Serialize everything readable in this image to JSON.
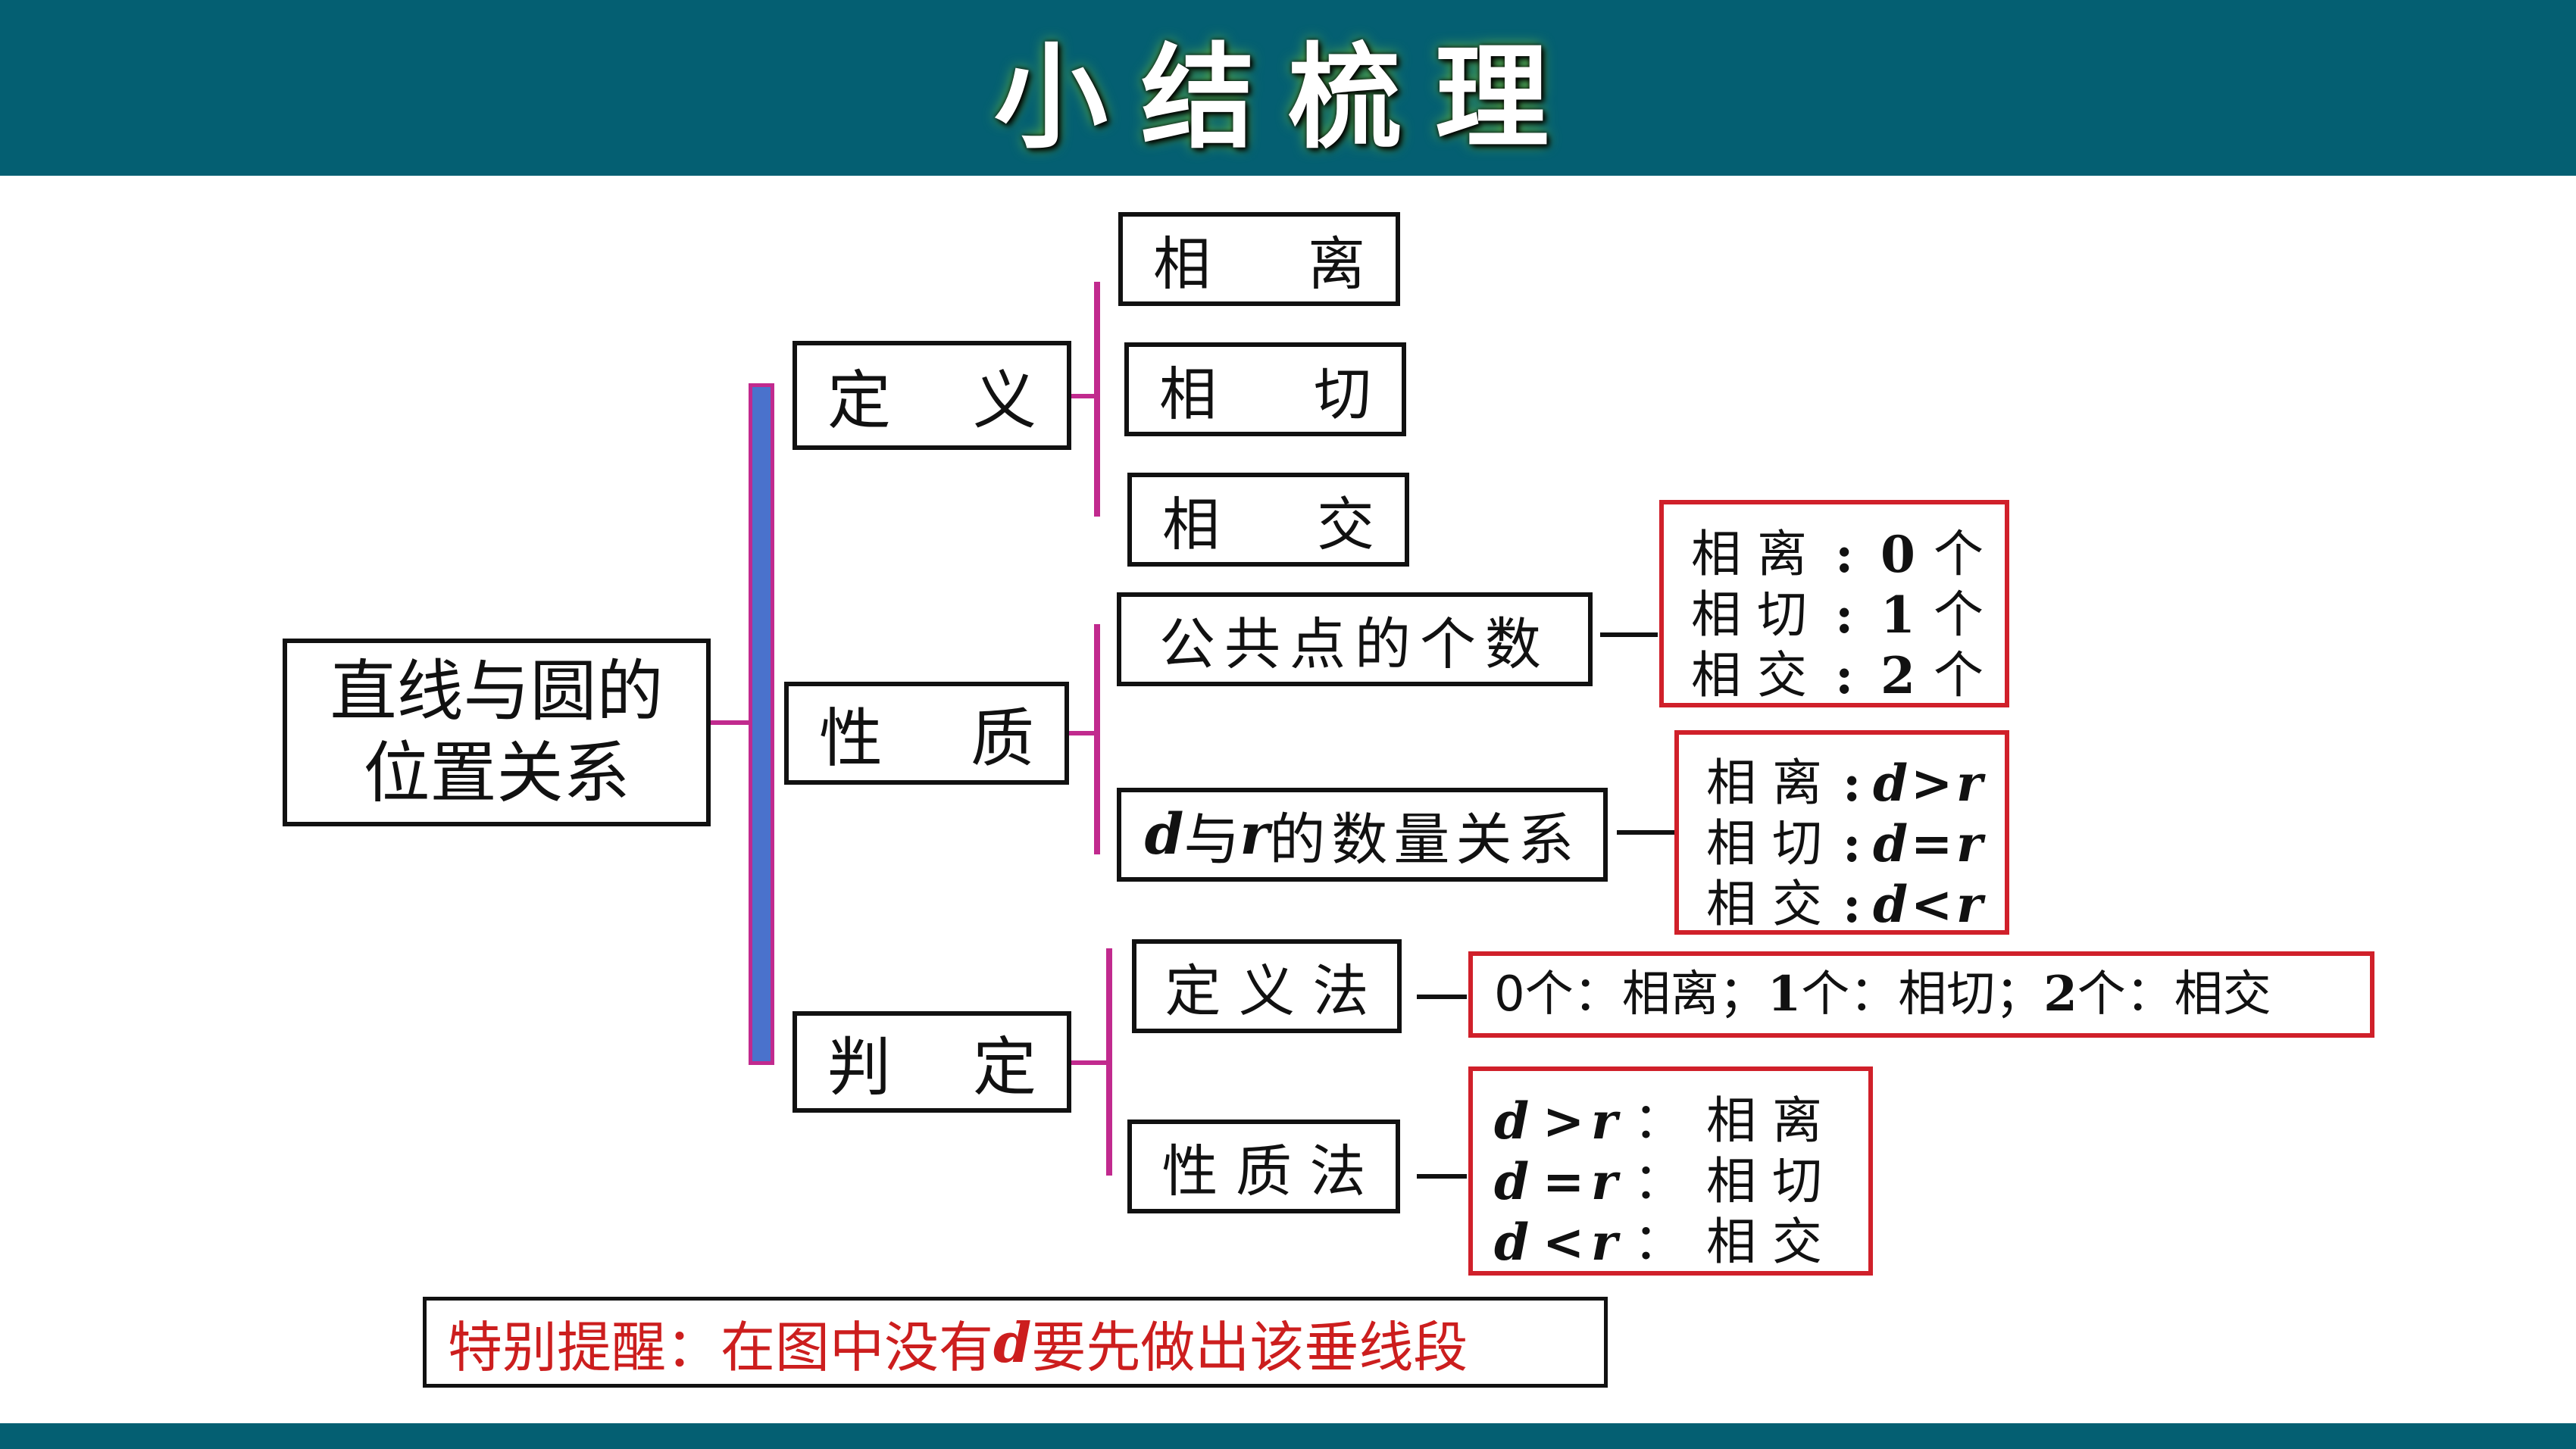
{
  "title": "小结梳理",
  "root": {
    "line1": "直线与圆的",
    "line2": "位置关系"
  },
  "definition": {
    "label_a": "定",
    "label_b": "义",
    "items": [
      {
        "a": "相",
        "b": "离"
      },
      {
        "a": "相",
        "b": "切"
      },
      {
        "a": "相",
        "b": "交"
      }
    ]
  },
  "property": {
    "label_a": "性",
    "label_b": "质",
    "count_label": "公共点的个数",
    "count_values": [
      {
        "name": "相 离",
        "sep": ":",
        "num": "0",
        "unit": "个"
      },
      {
        "name": "相 切",
        "sep": ":",
        "num": "1",
        "unit": "个"
      },
      {
        "name": "相 交",
        "sep": ":",
        "num": "2",
        "unit": "个"
      }
    ],
    "dr_label": {
      "d": "d",
      "mid": "与",
      "r": "r",
      "rest": "的数量关系"
    },
    "dr_values": [
      {
        "name": "相 离",
        "sep": ":",
        "d": "d",
        "op": ">",
        "r": "r"
      },
      {
        "name": "相 切",
        "sep": ":",
        "d": "d",
        "op": "=",
        "r": "r"
      },
      {
        "name": "相 交",
        "sep": ":",
        "d": "d",
        "op": "<",
        "r": "r"
      }
    ]
  },
  "judgement": {
    "label_a": "判",
    "label_b": "定",
    "method1": "定 义 法",
    "method1_result": {
      "n0": "0",
      "t0": "个：相离；",
      "n1": "1",
      "t1": "个：相切；",
      "n2": "2",
      "t2": "个：相交"
    },
    "method2": "性 质 法",
    "method2_results": [
      {
        "d": "d",
        "op": ">",
        "r": "r",
        "sep": "：",
        "rel": "相 离"
      },
      {
        "d": "d",
        "op": "=",
        "r": "r",
        "sep": "：",
        "rel": "相 切"
      },
      {
        "d": "d",
        "op": "<",
        "r": "r",
        "sep": "：",
        "rel": "相 交"
      }
    ]
  },
  "reminder": {
    "pre": "特别提醒：在图中没有",
    "d": "d",
    "post": "要先做出该垂线段"
  },
  "colors": {
    "header": "#045f72",
    "red_border": "#d0202a",
    "bracket": "#c12a8e",
    "spine": "#4a72cc",
    "reminder_text": "#cc1e1e"
  }
}
